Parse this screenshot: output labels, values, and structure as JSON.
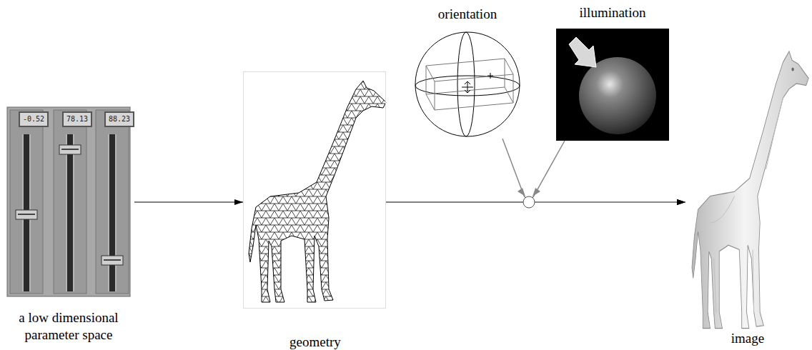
{
  "diagram": {
    "nodes": [
      {
        "text": [
          "a low dimensional parameter space"
        ]
      },
      {
        "text": [
          "-0.52"
        ],
        "in": 0
      },
      {
        "text": [
          "78.13"
        ],
        "in": 0
      },
      {
        "text": [
          "88.23"
        ],
        "in": 0
      },
      {
        "text": [
          "geometry"
        ]
      },
      {
        "text": [
          "orientation"
        ]
      },
      {
        "text": [
          "illumination"
        ]
      },
      {
        "text": [
          "image"
        ]
      }
    ],
    "edges": [
      {
        "from": 0,
        "to": 4,
        "arrow": "to"
      },
      {
        "from": 4,
        "to": 7,
        "arrow": "to"
      },
      {
        "from": 5,
        "to": 7,
        "arrow": "to"
      },
      {
        "from": 6,
        "to": 7,
        "arrow": "to"
      }
    ]
  }
}
